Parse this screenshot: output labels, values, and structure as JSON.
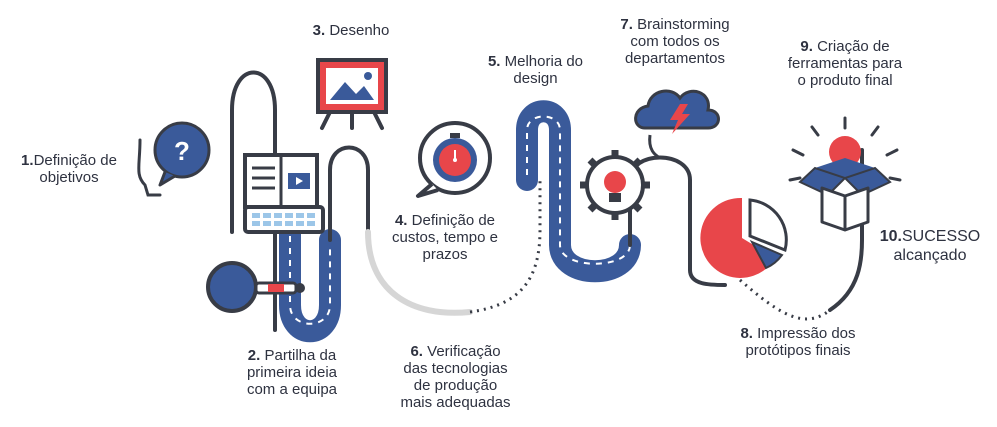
{
  "steps": [
    {
      "num": "1.",
      "lines": [
        "Definição de",
        "objetivos"
      ]
    },
    {
      "num": "2.",
      "lines": [
        "Partilha da",
        "primeira ideia",
        "com a equipa"
      ]
    },
    {
      "num": "3.",
      "lines": [
        "Desenho"
      ]
    },
    {
      "num": "4.",
      "lines": [
        "Definição de",
        "custos, tempo e",
        "prazos"
      ]
    },
    {
      "num": "5.",
      "lines": [
        "Melhoria do",
        "design"
      ]
    },
    {
      "num": "6.",
      "lines": [
        "Verificação",
        "das tecnologias",
        "de produção",
        "mais adequadas"
      ]
    },
    {
      "num": "7.",
      "lines": [
        "Brainstorming",
        "com todos os",
        "departamentos"
      ]
    },
    {
      "num": "8.",
      "lines": [
        "Impressão dos",
        "protótipos finais"
      ]
    },
    {
      "num": "9.",
      "lines": [
        "Criação de",
        "ferramentas para",
        "o produto final"
      ]
    },
    {
      "num": "10.",
      "lines": [
        "SUCESSO",
        "alcançado"
      ]
    }
  ],
  "icons": [
    "head-question-icon",
    "magnifier-icon",
    "laptop-icon",
    "easel-icon",
    "stopwatch-icon",
    "gear-bulb-icon",
    "brain-cloud-icon",
    "pie-chart-icon",
    "box-bulb-icon"
  ],
  "colors": {
    "navy": "#3a5a9a",
    "red": "#e8464a",
    "dark": "#383c46",
    "light": "#d6d6d6"
  }
}
